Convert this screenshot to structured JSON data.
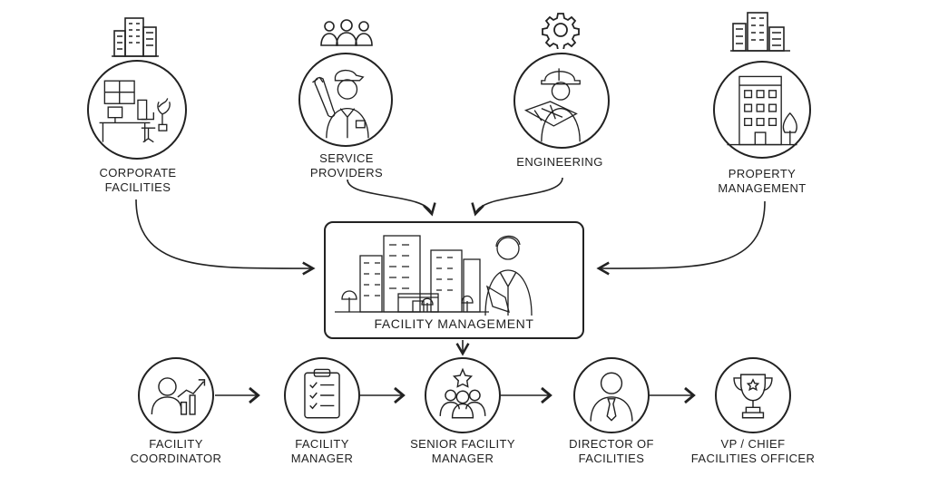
{
  "sources": [
    {
      "id": "corporate",
      "lines": [
        "CORPORATE",
        "FACILITIES"
      ],
      "icon": "office-building-icon",
      "scene": "office-desk-icon"
    },
    {
      "id": "service",
      "lines": [
        "SERVICE",
        "PROVIDERS"
      ],
      "icon": "people-group-icon",
      "scene": "technician-wrench-icon"
    },
    {
      "id": "engineering",
      "lines": [
        "ENGINEERING"
      ],
      "icon": "gear-icon",
      "scene": "engineer-blueprint-icon"
    },
    {
      "id": "property",
      "lines": [
        "PROPERTY",
        "MANAGEMENT"
      ],
      "icon": "city-buildings-icon",
      "scene": "office-tower-icon"
    }
  ],
  "hub": {
    "title": "FACILITY MANAGEMENT",
    "scene": "buildings-and-manager-icon"
  },
  "career_path": [
    {
      "id": "coordinator",
      "lines": [
        "FACILITY",
        "COORDINATOR"
      ],
      "icon": "person-growth-chart-icon"
    },
    {
      "id": "manager",
      "lines": [
        "FACILITY",
        "MANAGER"
      ],
      "icon": "clipboard-checklist-icon"
    },
    {
      "id": "senior",
      "lines": [
        "SENIOR FACILITY",
        "MANAGER"
      ],
      "icon": "team-star-icon"
    },
    {
      "id": "director",
      "lines": [
        "DIRECTOR OF",
        "FACILITIES"
      ],
      "icon": "person-tie-icon"
    },
    {
      "id": "vp",
      "lines": [
        "VP / CHIEF",
        "FACILITIES OFFICER"
      ],
      "icon": "trophy-star-icon"
    }
  ],
  "colors": {
    "ink": "#222222",
    "background": "#ffffff"
  }
}
